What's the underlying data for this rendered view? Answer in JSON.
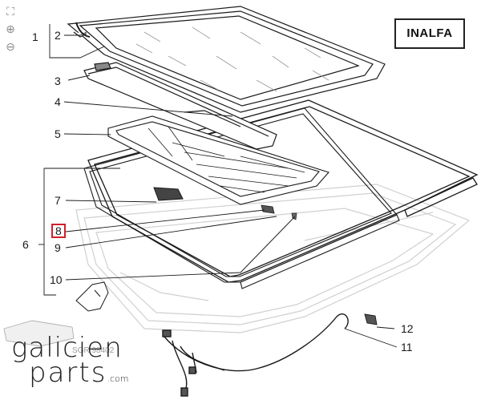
{
  "toolbar": {
    "fit_icon": "fit-screen-icon",
    "zoom_in_icon": "zoom-in-icon",
    "zoom_out_icon": "zoom-out-icon",
    "fit_glyph": "⛶",
    "zoom_in_glyph": "⊕",
    "zoom_out_glyph": "⊖"
  },
  "brand": {
    "label": "INALFA"
  },
  "callouts": {
    "c1": "1",
    "c2": "2",
    "c3": "3",
    "c4": "4",
    "c5": "5",
    "c6": "6",
    "c7": "7",
    "c8": "8",
    "c9": "9",
    "c10": "10",
    "c11": "11",
    "c12": "12"
  },
  "selected_callout": "8",
  "drawing_ref": "SGR 98402",
  "watermark": {
    "line1": "galicien",
    "line2": "parts",
    "domain": ".com"
  },
  "colors": {
    "selection": "#d0202a",
    "ink": "#1a1a1a",
    "ghost": "#c8c8c8"
  }
}
